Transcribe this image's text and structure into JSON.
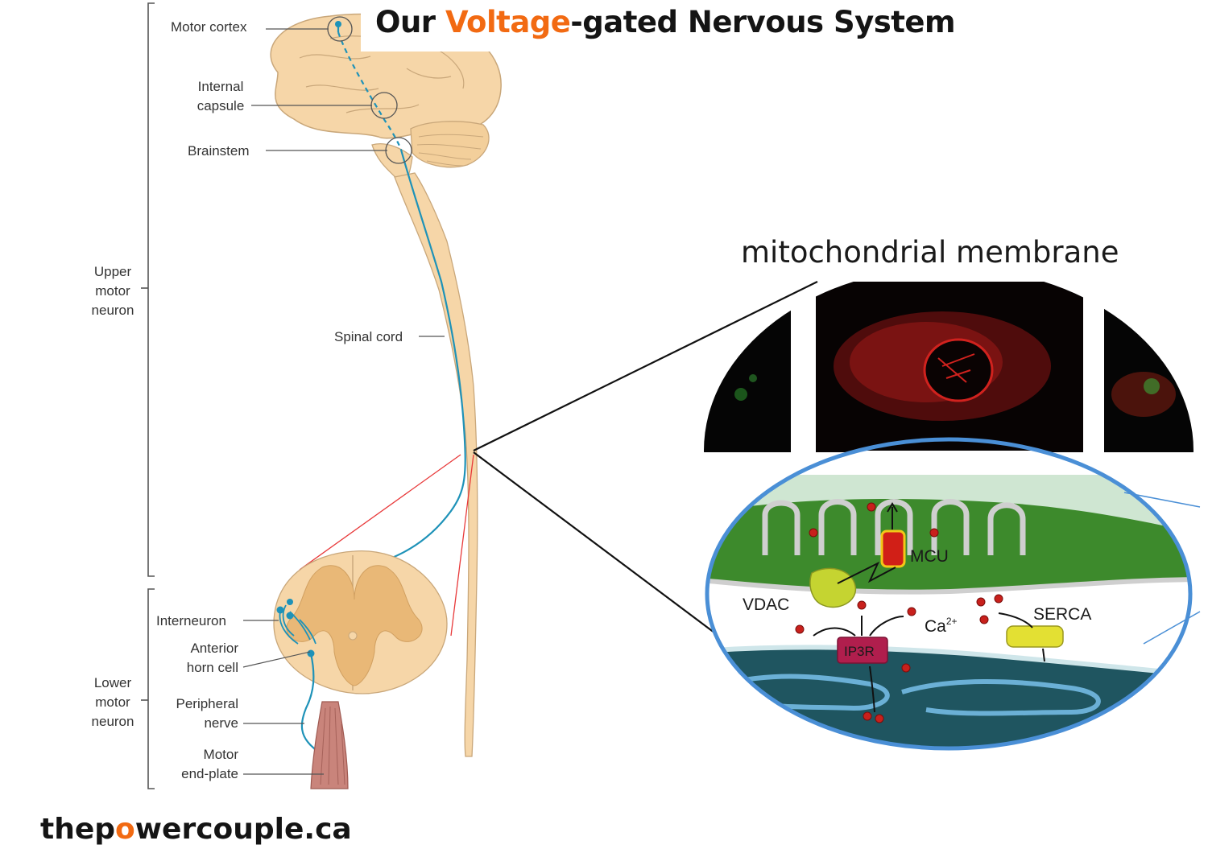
{
  "header": {
    "title_pre": "Our ",
    "title_accent": "Voltage",
    "title_post": "-gated Nervous System"
  },
  "inset": {
    "title": "mitochondrial membrane",
    "labels": {
      "mcu": "MCU",
      "vdac": "VDAC",
      "ip3r": "IP3R",
      "calcium": "Ca",
      "calcium_charge": "2+",
      "serca": "SERCA"
    }
  },
  "diagram": {
    "motor_cortex": "Motor cortex",
    "internal_capsule_1": "Internal",
    "internal_capsule_2": "capsule",
    "brainstem": "Brainstem",
    "spinal_cord": "Spinal cord",
    "upper_1": "Upper",
    "upper_2": "motor",
    "upper_3": "neuron",
    "interneuron": "Interneuron",
    "anterior_1": "Anterior",
    "anterior_2": "horn cell",
    "lower_1": "Lower",
    "lower_2": "motor",
    "lower_3": "neuron",
    "peripheral_1": "Peripheral",
    "peripheral_2": "nerve",
    "endplate_1": "Motor",
    "endplate_2": "end-plate"
  },
  "footer": {
    "pre": "thep",
    "o": "o",
    "post": "wercouple.ca"
  },
  "colors": {
    "accent": "#f26a12",
    "tissue": "#f6d6a8",
    "gray_matter": "#e9b877",
    "axon": "#1e92b8",
    "mitochondria_stain": "#c8201c",
    "matrix_green": "#3d8a2c",
    "er_teal": "#1f5560",
    "membrane_blue": "#4a8fd6"
  }
}
